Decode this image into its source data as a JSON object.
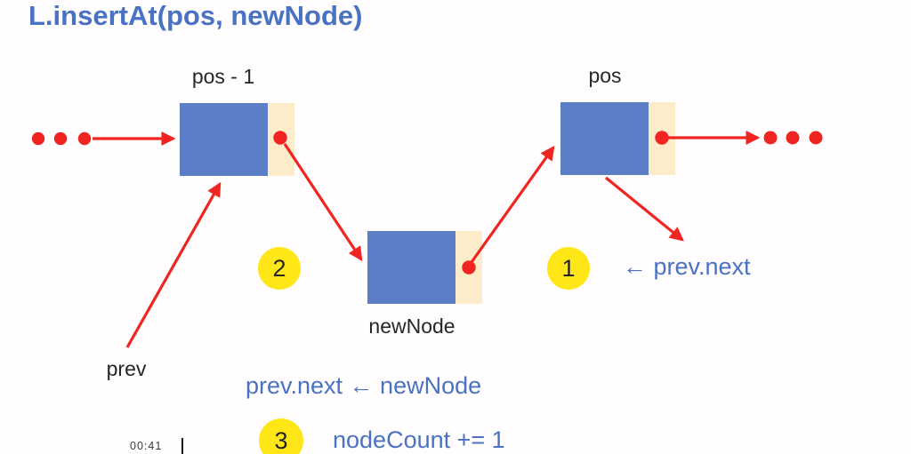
{
  "title": "L.insertAt(pos, newNode)",
  "colors": {
    "accent-blue": "#4a72c4",
    "node-blue": "#5b7ec6",
    "node-tan": "#fcecca",
    "pointer-red": "#f02421",
    "badge-yellow": "#ffe617",
    "text-black": "#262626",
    "bg": "#fffdfe"
  },
  "nodes": {
    "prev_node": {
      "label": "pos - 1"
    },
    "pos_node": {
      "label": "pos"
    },
    "new_node": {
      "label": "newNode"
    }
  },
  "labels": {
    "prev": "prev"
  },
  "badges": {
    "one": "1",
    "two": "2",
    "three": "3"
  },
  "statements": {
    "step1": "← prev.next",
    "step2": "prev.next ← newNode",
    "step3": "nodeCount += 1"
  },
  "timestamp": "00:41"
}
